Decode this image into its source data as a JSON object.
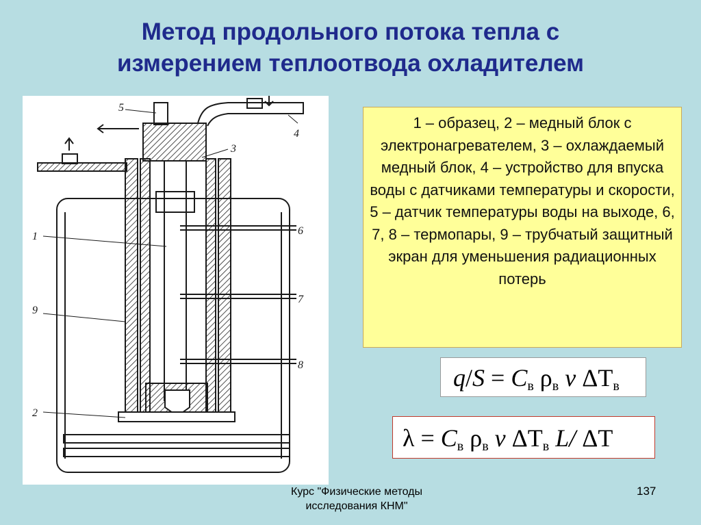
{
  "slide": {
    "title_line1": "Метод продольного потока тепла с",
    "title_line2": "измерением теплоотвода охладителем",
    "legend_text": "1 – образец, 2 – медный блок с электронагревателем, 3 – охлаждаемый медный блок, 4 – устройство для впуска воды с датчиками температуры и скорости, 5 – датчик температуры воды на выходе, 6, 7, 8 – термопары, 9 – трубчатый защитный экран для уменьшения радиационных потерь",
    "footer_line1": "Курс \"Физические методы",
    "footer_line2": "исследования КНМ\"",
    "page_number": "137"
  },
  "diagram": {
    "labels": [
      "1",
      "2",
      "3",
      "4",
      "5",
      "6",
      "7",
      "8",
      "9"
    ]
  },
  "formula1": {
    "q": "q",
    "slash": "/",
    "S": "S",
    "eq": " = ",
    "C": "C",
    "sub_b": "в",
    "rho": " ρ",
    "sub_b2": "в",
    "v": " v ",
    "delta": "ΔT",
    "sub_b3": "в"
  },
  "formula2": {
    "lambda": "λ",
    "eq": " = ",
    "C": "C",
    "sub_b": "в",
    "rho": " ρ",
    "sub_b2": "в",
    "v": " v ",
    "delta": "ΔT",
    "sub_b3": "в",
    "L": " L/ ",
    "dT": "ΔT"
  }
}
